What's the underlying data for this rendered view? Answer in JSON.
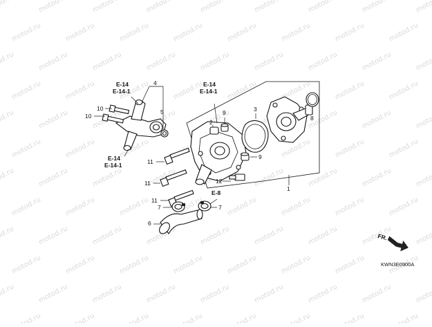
{
  "watermark": "motod.ru",
  "diagram_code": "KWN3E0900A",
  "direction_label": "FR.",
  "refs": {
    "upper_left_a": "E-14",
    "upper_left_b": "E-14-1",
    "lower_left_a": "E-14",
    "lower_left_b": "E-14-1",
    "upper_mid_a": "E-14",
    "upper_mid_b": "E-14-1",
    "mid": "E-8"
  },
  "callouts": {
    "c1": "1",
    "c2": "2",
    "c3": "3",
    "c4": "4",
    "c5": "5",
    "c6": "6",
    "c7a": "7",
    "c7b": "7",
    "c8": "8",
    "c9a": "9",
    "c9b": "9",
    "c10a": "10",
    "c10b": "10",
    "c11a": "11",
    "c11b": "11",
    "c11c": "11",
    "c12": "12"
  }
}
